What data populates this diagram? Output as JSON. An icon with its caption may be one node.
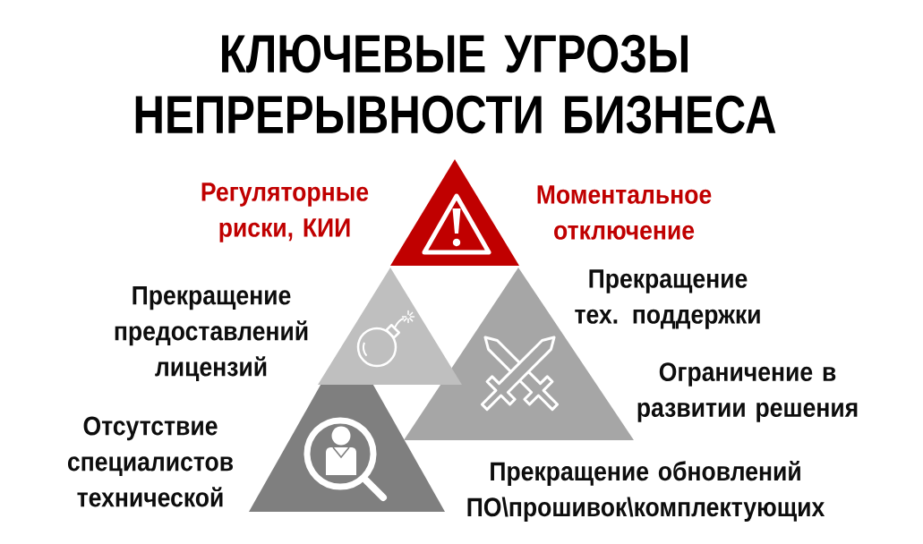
{
  "diagram": {
    "title": "КЛЮЧЕВЫЕ УГРОЗЫ НЕПРЕРЫВНОСТИ БИЗНЕСА",
    "nodes": [
      {
        "text": [],
        "shape": "triangle",
        "beside": [
          "Регуляторные риски, КИИ",
          "Моментальное отключение"
        ]
      },
      {
        "text": [],
        "shape": "triangle",
        "beside": [
          "Прекращение предоставлений лицензий"
        ]
      },
      {
        "text": [],
        "shape": "triangle",
        "beside": [
          "Прекращение тех. поддержки",
          "Ограничение в развитии решения",
          "Прекращение обновлений ПО\\прошивок\\комплектующих"
        ]
      },
      {
        "text": [],
        "shape": "triangle",
        "beside": [
          "Отсутствие специалистов технической"
        ]
      }
    ]
  }
}
